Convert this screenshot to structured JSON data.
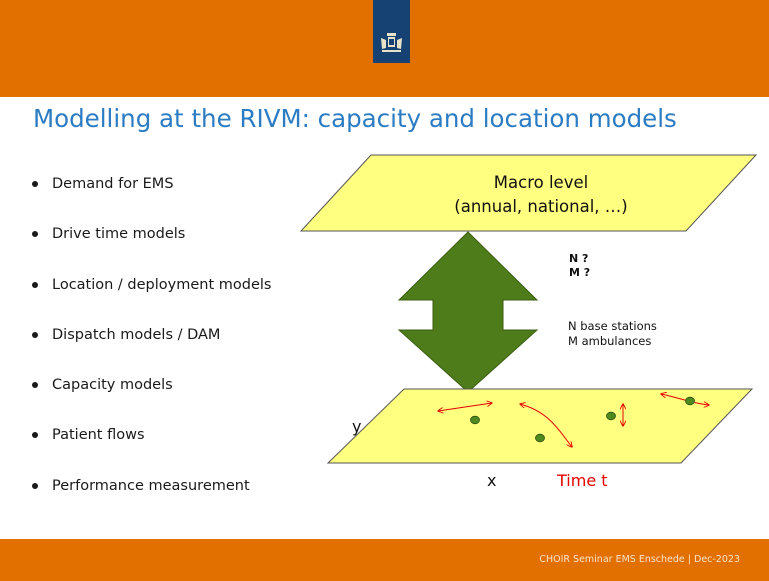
{
  "slide": {
    "title": "Modelling at the RIVM: capacity and location models",
    "bullets": [
      "Demand for EMS",
      "Drive time models",
      "Location / deployment models",
      "Dispatch models / DAM",
      "Capacity models",
      "Patient flows",
      "Performance measurement"
    ],
    "footer": "CHOIR Seminar EMS Enschede | Dec-2023",
    "logo_icon": "crest-icon"
  },
  "diagram": {
    "macro_label_line1": "Macro level",
    "macro_label_line2": "(annual, national, …)",
    "n_question": "N ?",
    "m_question": "M ?",
    "n_desc": "N base stations",
    "m_desc": "M ambulances",
    "y_axis": "y",
    "x_axis": "x",
    "time_label": "Time t"
  },
  "colors": {
    "brand_orange": "#e17000",
    "logo_blue": "#154273",
    "title_blue": "#2b7cc3",
    "plane_yellow": "#ffff80",
    "arrow_green": "#4f7c1a",
    "flow_red": "#e60000",
    "point_green": "#4f8a1e"
  }
}
